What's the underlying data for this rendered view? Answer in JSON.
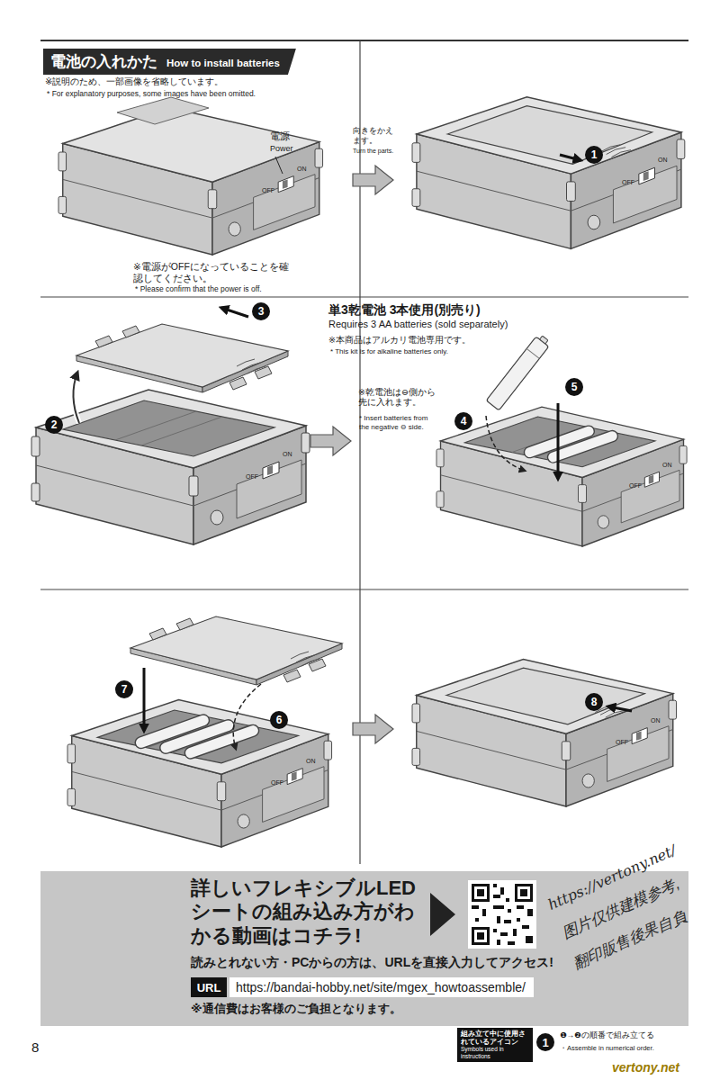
{
  "diagram": {
    "nodes": [
      {
        "text": [
          "電池の入れかた",
          "How to install batteries"
        ]
      },
      {
        "text": [
          "1"
        ]
      },
      {
        "text": [
          "2"
        ]
      },
      {
        "text": [
          "3"
        ]
      },
      {
        "text": [
          "4"
        ]
      },
      {
        "text": [
          "5"
        ]
      },
      {
        "text": [
          "6"
        ]
      },
      {
        "text": [
          "7"
        ]
      },
      {
        "text": [
          "8"
        ]
      },
      {
        "text": [
          "詳しいフレキシブルLEDシートの組み込み方がわかる動画はコチラ!",
          "読みとれない方・PCからの方は、URLを直接入力してアクセス!",
          "※通信費はお客様のご負担となります。"
        ]
      },
      {
        "text": [
          "URL"
        ],
        "in": 9
      },
      {
        "text": [
          "https://bandai-hobby.net/site/mgex_howtoassemble/"
        ],
        "in": 9
      },
      {
        "text": [
          "組み立て中に使用されているアイコン",
          "Symbols used in instructions"
        ]
      },
      {
        "text": [
          "1"
        ]
      }
    ],
    "labels": [
      "※説明のため、一部画像を省略しています。",
      "* For explanatory purposes, some images have been omitted.",
      "電源",
      "Power",
      "ON",
      "OFF",
      "※電源がOFFになっていることを確認してください。",
      "* Please confirm that the power is off.",
      "向きをかえます。",
      "Turn the parts.",
      "ON",
      "OFF",
      "単3乾電池 3本使用(別売り)",
      "Requires 3 AA batteries (sold separately)",
      "※本商品はアルカリ電池専用です。",
      "* This kit is for alkaline batteries only.",
      "※乾電池は⊖側から先に入れます。",
      "* Insert batteries from the negative ⊖ side.",
      "ON",
      "OFF",
      "ON",
      "OFF",
      "ON",
      "OFF",
      "ON",
      "OFF",
      "8",
      "❶→❷の順番で組み立てる",
      "・Assemble in numerical order.",
      "https://vertony.net/",
      "图片仅供建模参考,",
      "翻印販售後果自負",
      "vertony.net"
    ]
  }
}
